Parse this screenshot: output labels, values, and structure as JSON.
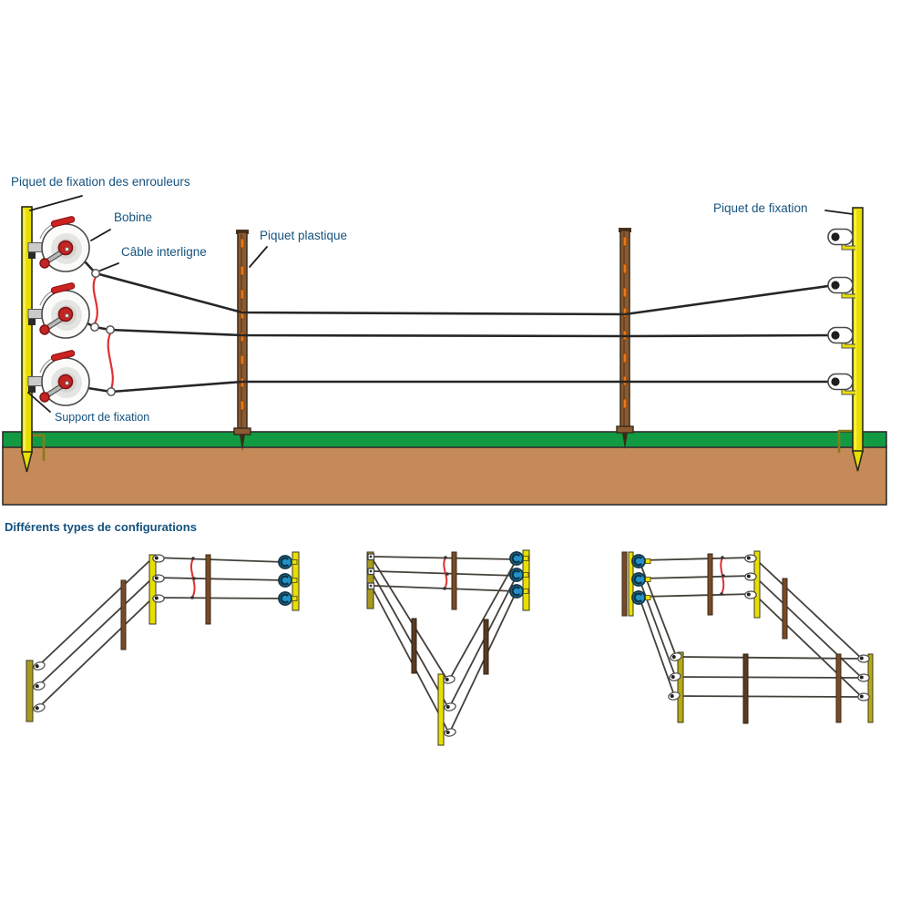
{
  "figure": {
    "labels": {
      "piquet_fixation_enrouleurs": "Piquet de fixation des enrouleurs",
      "bobine": "Bobine",
      "cable_interligne": "Câble interligne",
      "piquet_plastique": "Piquet plastique",
      "support_fixation": "Support de fixation",
      "piquet_fixation": "Piquet de fixation"
    },
    "section_title": "Différents types de configurations",
    "colors": {
      "label_blue": "#15537f",
      "post_yellow": "#e8df00",
      "post_olive": "#a89a20",
      "post_brown": "#8a5a33",
      "clip_orange": "#e87818",
      "wire_dark": "#262626",
      "cable_red": "#e03030",
      "reel_hub_red": "#c32424",
      "reel_blue": "#2191c7",
      "grass_green": "#129a43",
      "soil_brown": "#c58a58"
    }
  }
}
